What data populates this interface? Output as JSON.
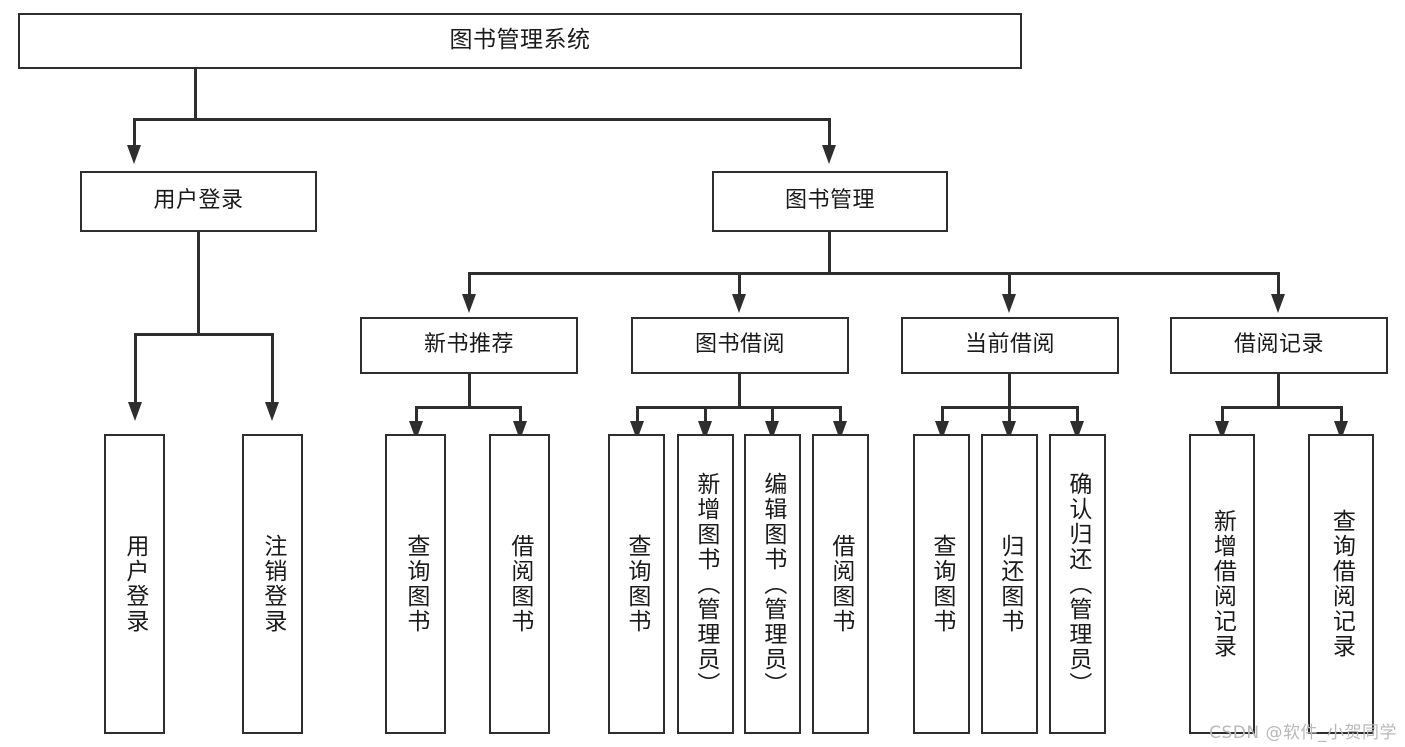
{
  "diagram": {
    "title": "图书管理系统",
    "type": "tree-hierarchy-chart",
    "watermark": "CSDN @软件_小贺同学",
    "colors": {
      "stroke": "#2e2e2e",
      "fill": "#ffffff",
      "text": "#1a1a1a",
      "watermark": "#b9b9b9"
    }
  },
  "nodes": {
    "root": {
      "label": "图书管理系统"
    },
    "level2": [
      {
        "label": "用户登录"
      },
      {
        "label": "图书管理"
      }
    ],
    "level3": [
      {
        "label": "新书推荐"
      },
      {
        "label": "图书借阅"
      },
      {
        "label": "当前借阅"
      },
      {
        "label": "借阅记录"
      }
    ],
    "leaves": {
      "user_login": [
        {
          "label": "用户登录"
        },
        {
          "label": "注销登录"
        }
      ],
      "new_book_recommend": [
        {
          "label": "查询图书"
        },
        {
          "label": "借阅图书"
        }
      ],
      "book_borrow": [
        {
          "label": "查询图书"
        },
        {
          "label": "新增图书（管理员）"
        },
        {
          "label": "编辑图书（管理员）"
        },
        {
          "label": "借阅图书"
        }
      ],
      "current_borrow": [
        {
          "label": "查询图书"
        },
        {
          "label": "归还图书"
        },
        {
          "label": "确认归还（管理员）"
        }
      ],
      "borrow_record": [
        {
          "label": "新增借阅记录"
        },
        {
          "label": "查询借阅记录"
        }
      ]
    }
  }
}
